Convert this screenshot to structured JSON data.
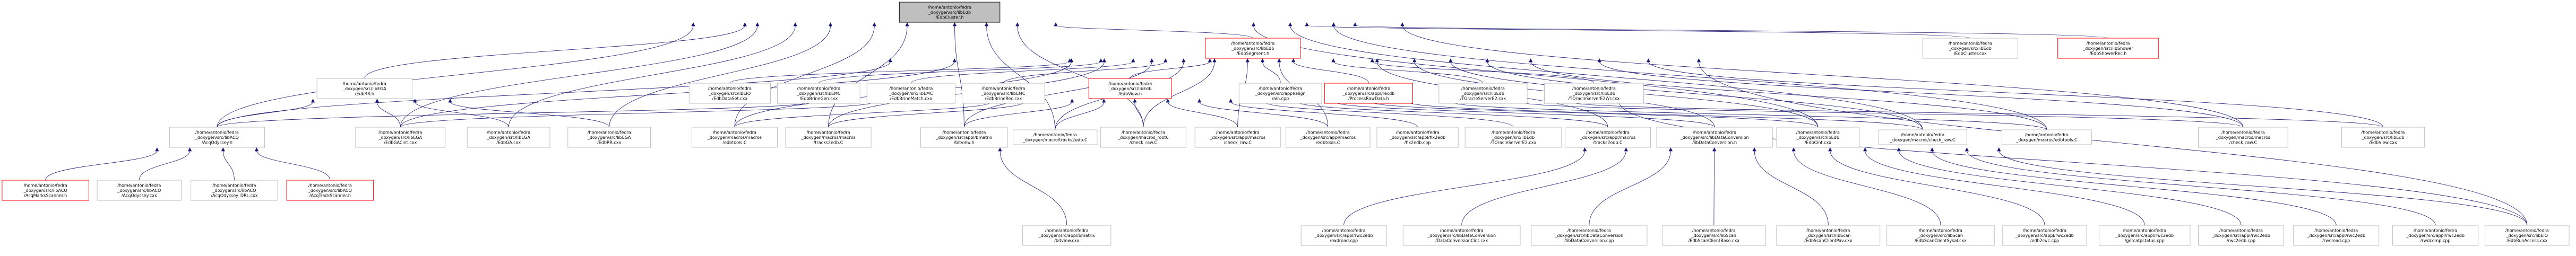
{
  "colors": {
    "background": "#ffffff",
    "node_border": "#bfbfbf",
    "root_fill": "#bfbfbf",
    "root_border": "#000000",
    "undocumented_border": "#ff0000",
    "edge": "#191970"
  },
  "nodes": [
    {
      "id": "n0",
      "kind": "root",
      "lines": [
        "/home/antonio/fedra",
        "_doxygen/src/libEdb",
        "/EdbCluster.h"
      ]
    },
    {
      "id": "n1",
      "kind": "red",
      "lines": [
        "/home/antonio/fedra",
        "_doxygen/src/libEdb",
        "/EdbSegment.h"
      ]
    },
    {
      "id": "n2",
      "kind": "normal",
      "lines": [
        "/home/antonio/fedra",
        "_doxygen/src/libEdb",
        "/EdbCluster.cxx"
      ]
    },
    {
      "id": "n3",
      "kind": "red",
      "lines": [
        "/home/antonio/fedra",
        "_doxygen/src/libShower",
        "/EdbShowerRec.h"
      ]
    },
    {
      "id": "n4",
      "kind": "normal",
      "lines": [
        "/home/antonio/fedra",
        "_doxygen/src/libEGA",
        "/EdbRR.h"
      ]
    },
    {
      "id": "n5",
      "kind": "normal",
      "lines": [
        "/home/antonio/fedra",
        "_doxygen/src/libEIO",
        "/EdbDataSet.cxx"
      ]
    },
    {
      "id": "n6",
      "kind": "normal",
      "lines": [
        "/home/antonio/fedra",
        "_doxygen/src/libEMC",
        "/EdbBrineGen.cxx"
      ]
    },
    {
      "id": "n7",
      "kind": "normal",
      "lines": [
        "/home/antonio/fedra",
        "_doxygen/src/libEMC",
        "/EdbBrineMatch.cxx"
      ]
    },
    {
      "id": "n8",
      "kind": "normal",
      "lines": [
        "/home/antonio/fedra",
        "_doxygen/src/libEMC",
        "/EdbBrineRec.cxx"
      ]
    },
    {
      "id": "n9",
      "kind": "red",
      "lines": [
        "/home/antonio/fedra",
        "_doxygen/src/libEdb",
        "/EdbView.h"
      ]
    },
    {
      "id": "n10",
      "kind": "normal",
      "lines": [
        "/home/antonio/fedra",
        "_doxygen/src/appl/align",
        "/aln.cpp"
      ]
    },
    {
      "id": "n11",
      "kind": "red",
      "lines": [
        "/home/antonio/fedra",
        "_doxygen/src/appl/recdb",
        "/ProcessRawData.h"
      ]
    },
    {
      "id": "n12",
      "kind": "normal",
      "lines": [
        "/home/antonio/fedra",
        "_doxygen/src/libEdb",
        "/TOracleServerE2.cxx"
      ]
    },
    {
      "id": "n13",
      "kind": "normal",
      "lines": [
        "/home/antonio/fedra",
        "_doxygen/src/libEdb",
        "/TOracleServerE2Wr.cxx"
      ]
    },
    {
      "id": "n14",
      "kind": "normal",
      "lines": [
        "/home/antonio/fedra",
        "_doxygen/src/libACQ",
        "/AcqOdyssey.h"
      ]
    },
    {
      "id": "n15",
      "kind": "normal",
      "lines": [
        "/home/antonio/fedra",
        "_doxygen/src/libEGA",
        "/EdbGACint.cxx"
      ]
    },
    {
      "id": "n16",
      "kind": "normal",
      "lines": [
        "/home/antonio/fedra",
        "_doxygen/src/libEGA",
        "/EdbGA.cxx"
      ]
    },
    {
      "id": "n17",
      "kind": "normal",
      "lines": [
        "/home/antonio/fedra",
        "_doxygen/src/libEGA",
        "/EdbRR.cxx"
      ]
    },
    {
      "id": "n18",
      "kind": "normal",
      "lines": [
        "/home/antonio/fedra",
        "_doxygen/macros/macros",
        "/edbtools.C"
      ]
    },
    {
      "id": "n19",
      "kind": "normal",
      "lines": [
        "/home/antonio/fedra",
        "_doxygen/macros/macros",
        "/tracks2edb.C"
      ]
    },
    {
      "id": "n20",
      "kind": "normal",
      "lines": [
        "/home/antonio/fedra",
        "_doxygen/src/appl/bmatrix",
        "/bitview.h"
      ]
    },
    {
      "id": "n21",
      "kind": "normal",
      "lines": [
        "/home/antonio/fedra",
        "_doxygen/macro/tracks2edb.C"
      ]
    },
    {
      "id": "n22",
      "kind": "normal",
      "lines": [
        "/home/antonio/fedra",
        "_doxygen/macros_root6",
        "/check_raw.C"
      ]
    },
    {
      "id": "n23",
      "kind": "normal",
      "lines": [
        "/home/antonio/fedra",
        "_doxygen/src/appl/macros",
        "/check_raw.C"
      ]
    },
    {
      "id": "n24",
      "kind": "normal",
      "lines": [
        "/home/antonio/fedra",
        "_doxygen/src/appl/macros",
        "/edbtools.C"
      ]
    },
    {
      "id": "n25",
      "kind": "normal",
      "lines": [
        "/home/antonio/fedra",
        "_doxygen/src/appl/fix2edb",
        "/fix2edb.cpp"
      ]
    },
    {
      "id": "n26",
      "kind": "normal",
      "lines": [
        "/home/antonio/fedra",
        "_doxygen/src/libEdb",
        "/TOracleServerE2.cxx"
      ]
    },
    {
      "id": "n27",
      "kind": "normal",
      "lines": [
        "/home/antonio/fedra",
        "_doxygen/src/appl/macros",
        "/tracks2edb.C"
      ]
    },
    {
      "id": "n28",
      "kind": "normal",
      "lines": [
        "/home/antonio/fedra",
        "_doxygen/src/libDataConversion",
        "/libDataConversion.h"
      ]
    },
    {
      "id": "n29",
      "kind": "normal",
      "lines": [
        "/home/antonio/fedra",
        "_doxygen/src/libEdb",
        "/EdbCint.cxx"
      ]
    },
    {
      "id": "n30",
      "kind": "normal",
      "lines": [
        "/home/antonio/fedra",
        "_doxygen/macros/check_raw.C"
      ]
    },
    {
      "id": "n31",
      "kind": "normal",
      "lines": [
        "/home/antonio/fedra",
        "_doxygen/macros/edbtools.C"
      ]
    },
    {
      "id": "n32",
      "kind": "normal",
      "lines": [
        "/home/antonio/fedra",
        "_doxygen/macros/macros",
        "/check_raw.C"
      ]
    },
    {
      "id": "n33",
      "kind": "normal",
      "lines": [
        "/home/antonio/fedra",
        "_doxygen/src/libEdb",
        "/EdbView.cxx"
      ]
    },
    {
      "id": "n34",
      "kind": "red",
      "lines": [
        "/home/antonio/fedra",
        "_doxygen/src/libACQ",
        "/AcqMarksScanner.h"
      ]
    },
    {
      "id": "n35",
      "kind": "normal",
      "lines": [
        "/home/antonio/fedra",
        "_doxygen/src/libACQ",
        "/AcqOdyssey.cxx"
      ]
    },
    {
      "id": "n36",
      "kind": "normal",
      "lines": [
        "/home/antonio/fedra",
        "_doxygen/src/libACQ",
        "/AcqOdyssey_DRL.cxx"
      ]
    },
    {
      "id": "n37",
      "kind": "red",
      "lines": [
        "/home/antonio/fedra",
        "_doxygen/src/libACQ",
        "/AcqTrackScanner.h"
      ]
    },
    {
      "id": "n38",
      "kind": "normal",
      "lines": [
        "/home/antonio/fedra",
        "_doxygen/src/appl/bmatrix",
        "/bitview.cxx"
      ]
    },
    {
      "id": "n39",
      "kind": "normal",
      "lines": [
        "/home/antonio/fedra",
        "_doxygen/src/appl/rwc2edb",
        "/rwdread.cpp"
      ]
    },
    {
      "id": "n40",
      "kind": "normal",
      "lines": [
        "/home/antonio/fedra",
        "_doxygen/src/libDataConversion",
        "/DataConversionCint.cxx"
      ]
    },
    {
      "id": "n41",
      "kind": "normal",
      "lines": [
        "/home/antonio/fedra",
        "_doxygen/src/libDataConversion",
        "/libDataConversion.cpp"
      ]
    },
    {
      "id": "n42",
      "kind": "normal",
      "lines": [
        "/home/antonio/fedra",
        "_doxygen/src/libScan",
        "/EdbScanClientBase.cxx"
      ]
    },
    {
      "id": "n43",
      "kind": "normal",
      "lines": [
        "/home/antonio/fedra",
        "_doxygen/src/libScan",
        "/EdbScanClientPav.cxx"
      ]
    },
    {
      "id": "n44",
      "kind": "normal",
      "lines": [
        "/home/antonio/fedra",
        "_doxygen/src/libScan",
        "/EdbScanClientSysal.cxx"
      ]
    },
    {
      "id": "n45",
      "kind": "normal",
      "lines": [
        "/home/antonio/fedra",
        "_doxygen/src/appl/rwc2edb",
        "/edb2rwc.cpp"
      ]
    },
    {
      "id": "n46",
      "kind": "normal",
      "lines": [
        "/home/antonio/fedra",
        "_doxygen/src/appl/rwc2edb",
        "/getcatpstatus.cpp"
      ]
    },
    {
      "id": "n47",
      "kind": "normal",
      "lines": [
        "/home/antonio/fedra",
        "_doxygen/src/appl/rwc2edb",
        "/rwc2edb.cpp"
      ]
    },
    {
      "id": "n48",
      "kind": "normal",
      "lines": [
        "/home/antonio/fedra",
        "_doxygen/src/appl/rwc2edb",
        "/rwcread.cpp"
      ]
    },
    {
      "id": "n49",
      "kind": "normal",
      "lines": [
        "/home/antonio/fedra",
        "_doxygen/src/appl/rwc2edb",
        "/rwdcomp.cpp"
      ]
    },
    {
      "id": "n50",
      "kind": "normal",
      "lines": [
        "/home/antonio/fedra",
        "_doxygen/src/libEIO",
        "/EdbRunAccess.cxx"
      ]
    }
  ],
  "edges": [
    [
      "n1",
      "n0"
    ],
    [
      "n2",
      "n0"
    ],
    [
      "n3",
      "n0"
    ],
    [
      "n4",
      "n0"
    ],
    [
      "n14",
      "n0"
    ],
    [
      "n15",
      "n0"
    ],
    [
      "n16",
      "n0"
    ],
    [
      "n17",
      "n0"
    ],
    [
      "n18",
      "n0"
    ],
    [
      "n19",
      "n0"
    ],
    [
      "n20",
      "n0"
    ],
    [
      "n21",
      "n0"
    ],
    [
      "n22",
      "n0"
    ],
    [
      "n29",
      "n0"
    ],
    [
      "n30",
      "n0"
    ],
    [
      "n31",
      "n0"
    ],
    [
      "n32",
      "n0"
    ],
    [
      "n5",
      "n1"
    ],
    [
      "n6",
      "n1"
    ],
    [
      "n7",
      "n1"
    ],
    [
      "n8",
      "n1"
    ],
    [
      "n9",
      "n1"
    ],
    [
      "n10",
      "n1"
    ],
    [
      "n11",
      "n1"
    ],
    [
      "n12",
      "n1"
    ],
    [
      "n13",
      "n1"
    ],
    [
      "n14",
      "n1"
    ],
    [
      "n15",
      "n1"
    ],
    [
      "n18",
      "n1"
    ],
    [
      "n19",
      "n1"
    ],
    [
      "n20",
      "n1"
    ],
    [
      "n21",
      "n1"
    ],
    [
      "n22",
      "n1"
    ],
    [
      "n23",
      "n1"
    ],
    [
      "n24",
      "n1"
    ],
    [
      "n27",
      "n1"
    ],
    [
      "n28",
      "n1"
    ],
    [
      "n29",
      "n1"
    ],
    [
      "n30",
      "n1"
    ],
    [
      "n31",
      "n1"
    ],
    [
      "n32",
      "n1"
    ],
    [
      "n33",
      "n1"
    ],
    [
      "n50",
      "n1"
    ],
    [
      "n14",
      "n4"
    ],
    [
      "n15",
      "n4"
    ],
    [
      "n16",
      "n4"
    ],
    [
      "n17",
      "n4"
    ],
    [
      "n14",
      "n9"
    ],
    [
      "n15",
      "n9"
    ],
    [
      "n18",
      "n9"
    ],
    [
      "n19",
      "n9"
    ],
    [
      "n20",
      "n9"
    ],
    [
      "n21",
      "n9"
    ],
    [
      "n22",
      "n9"
    ],
    [
      "n23",
      "n9"
    ],
    [
      "n24",
      "n9"
    ],
    [
      "n25",
      "n9"
    ],
    [
      "n26",
      "n9"
    ],
    [
      "n27",
      "n9"
    ],
    [
      "n28",
      "n9"
    ],
    [
      "n29",
      "n9"
    ],
    [
      "n30",
      "n9"
    ],
    [
      "n31",
      "n9"
    ],
    [
      "n32",
      "n9"
    ],
    [
      "n33",
      "n9"
    ],
    [
      "n50",
      "n9"
    ],
    [
      "n34",
      "n14"
    ],
    [
      "n35",
      "n14"
    ],
    [
      "n36",
      "n14"
    ],
    [
      "n37",
      "n14"
    ],
    [
      "n38",
      "n20"
    ],
    [
      "n39",
      "n28"
    ],
    [
      "n40",
      "n28"
    ],
    [
      "n41",
      "n28"
    ],
    [
      "n42",
      "n28"
    ],
    [
      "n43",
      "n28"
    ],
    [
      "n44",
      "n28"
    ],
    [
      "n45",
      "n28"
    ],
    [
      "n46",
      "n28"
    ],
    [
      "n47",
      "n28"
    ],
    [
      "n48",
      "n28"
    ],
    [
      "n49",
      "n28"
    ],
    [
      "n50",
      "n28"
    ]
  ]
}
